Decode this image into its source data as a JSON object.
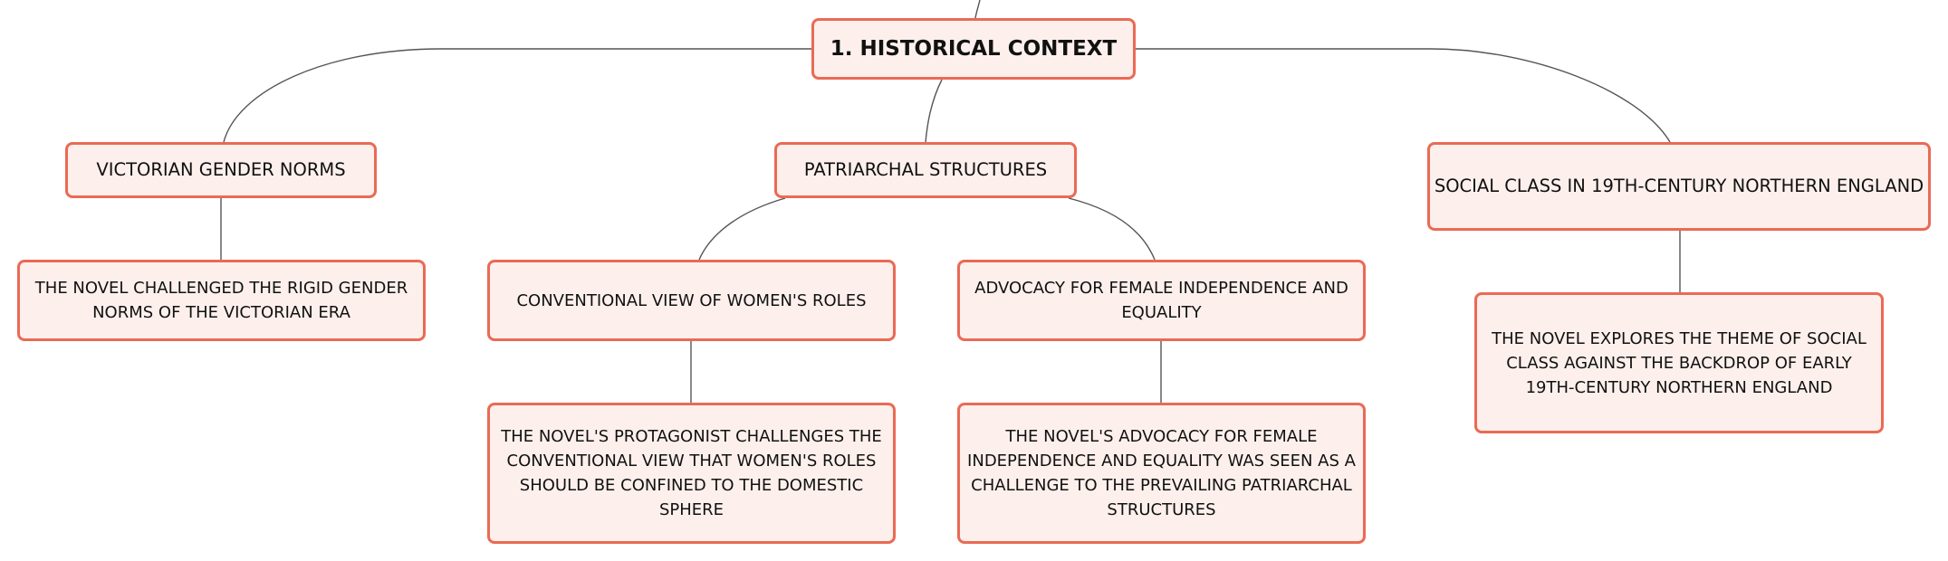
{
  "colors": {
    "node_fill": "#fdf0ec",
    "node_border": "#ea6a55",
    "connector": "#555555",
    "text": "#111111"
  },
  "root": {
    "label": "1. HISTORICAL CONTEXT"
  },
  "branches": {
    "victorian": {
      "label": "VICTORIAN GENDER NORMS",
      "detail": "THE NOVEL CHALLENGED THE RIGID GENDER NORMS OF THE VICTORIAN ERA"
    },
    "patriarchal": {
      "label": "PATRIARCHAL STRUCTURES",
      "children": {
        "conventional": {
          "label": "CONVENTIONAL VIEW OF WOMEN'S ROLES",
          "detail": "THE NOVEL'S PROTAGONIST CHALLENGES THE CONVENTIONAL VIEW THAT WOMEN'S ROLES SHOULD BE CONFINED TO THE DOMESTIC SPHERE"
        },
        "advocacy": {
          "label": "ADVOCACY FOR FEMALE INDEPENDENCE AND EQUALITY",
          "detail": "THE NOVEL'S ADVOCACY FOR FEMALE INDEPENDENCE AND EQUALITY WAS SEEN AS A CHALLENGE TO THE PREVAILING PATRIARCHAL STRUCTURES"
        }
      }
    },
    "social": {
      "label": "SOCIAL CLASS IN 19TH-CENTURY NORTHERN ENGLAND",
      "detail": "THE NOVEL EXPLORES THE THEME OF SOCIAL CLASS AGAINST THE BACKDROP OF EARLY 19TH-CENTURY NORTHERN ENGLAND"
    }
  }
}
